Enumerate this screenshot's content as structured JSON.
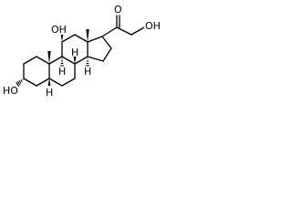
{
  "molecule": {
    "labels": {
      "oh_upper": "OH",
      "ho_lower": "HO",
      "o_carbonyl": "O",
      "oh_terminal": "OH",
      "h_c8": "H",
      "h_c9": "H",
      "h_c14": "H",
      "h_c5": "H"
    }
  }
}
